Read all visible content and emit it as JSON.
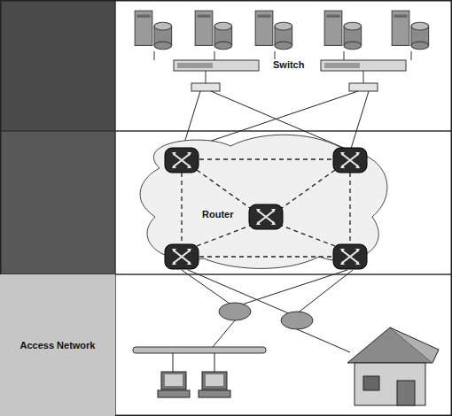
{
  "diagram": {
    "nodes": [
      {
        "text": [
          "Access Network"
        ]
      }
    ],
    "labels": [
      "Switch",
      "Router"
    ]
  }
}
